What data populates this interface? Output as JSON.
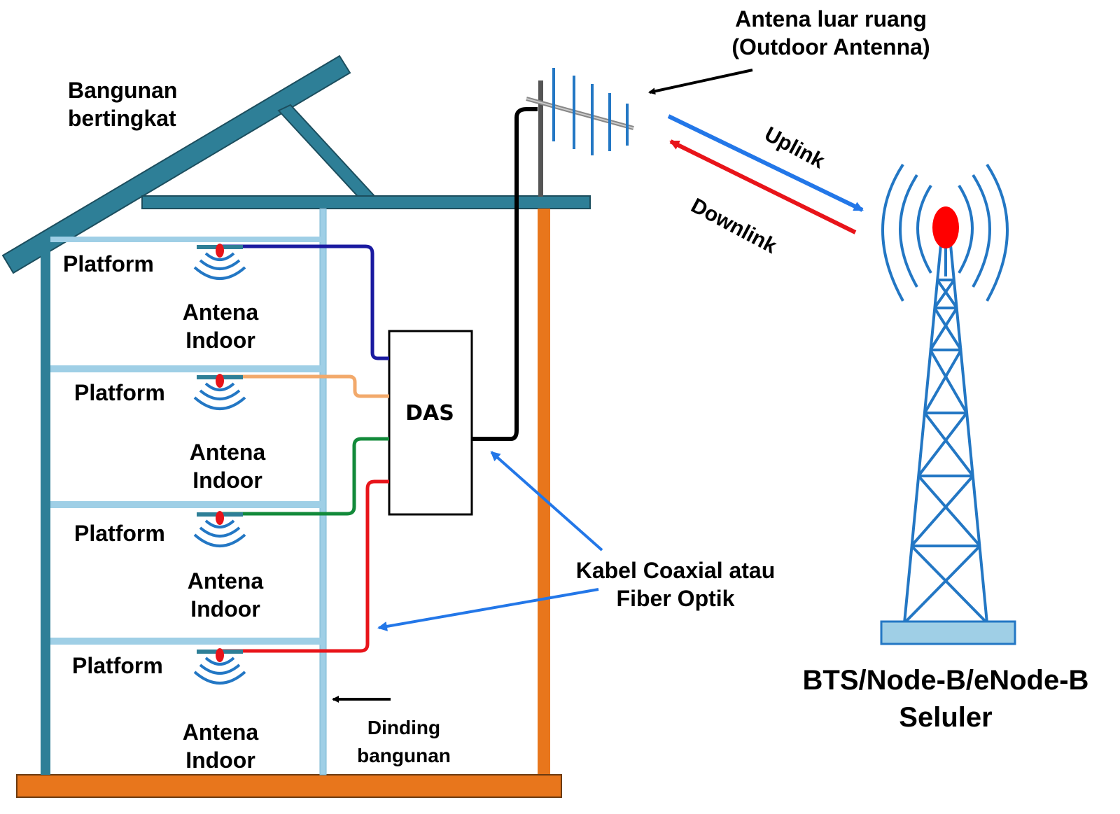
{
  "building_label": [
    "Bangunan",
    "bertingkat"
  ],
  "outdoor_antenna_label": [
    "Antena luar ruang",
    "(Outdoor Antenna)"
  ],
  "uplink_label": "Uplink",
  "downlink_label": "Downlink",
  "das_label": "DAS",
  "floors": [
    {
      "platform": "Platform",
      "antenna": [
        "Antena",
        "Indoor"
      ],
      "cable_color": "#1a1aa0"
    },
    {
      "platform": "Platform",
      "antenna": [
        "Antena",
        "Indoor"
      ],
      "cable_color": "#f2a96b"
    },
    {
      "platform": "Platform",
      "antenna": [
        "Antena",
        "Indoor"
      ],
      "cable_color": "#128a3a"
    },
    {
      "platform": "Platform",
      "antenna": [
        "Antena",
        "Indoor"
      ],
      "cable_color": "#e8141a"
    }
  ],
  "cable_label": [
    "Kabel Coaxial atau",
    "Fiber Optik"
  ],
  "wall_label": [
    "Dinding",
    "bangunan"
  ],
  "tower_label": [
    "BTS/Node-B/eNode-B",
    "Seluler"
  ],
  "colors": {
    "structure": "#2e7f97",
    "wall_light": "#9fcfe6",
    "pole": "#e8761c",
    "ground": "#e8761c",
    "uplink": "#2377e8",
    "downlink": "#e8141a",
    "tower": "#2377c4",
    "tower_top": "#ff0000"
  }
}
